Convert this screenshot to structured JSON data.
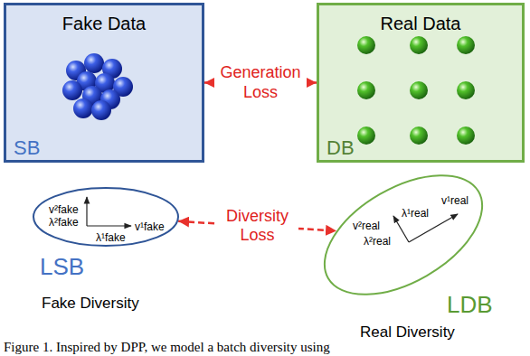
{
  "diagram": {
    "caption": "Figure 1. Inspired by DPP, we model a batch diversity using",
    "nodes": [
      {
        "text": [
          "Fake Data",
          "SB"
        ]
      },
      {
        "text": [
          "Real Data",
          "DB"
        ]
      },
      {
        "text": [
          "v²fake",
          "λ²fake",
          "v¹fake",
          "λ¹fake",
          "LSB",
          "Fake Diversity"
        ]
      },
      {
        "text": [
          "v¹real",
          "λ¹real",
          "v²real",
          "λ²real",
          "LDB",
          "Real Diversity"
        ]
      }
    ],
    "edges": [
      {
        "from": 0,
        "to": 1,
        "arrow": "both",
        "label": "Generation Loss"
      },
      {
        "from": 2,
        "to": 3,
        "arrow": "both",
        "label": "Diversity Loss"
      }
    ]
  }
}
